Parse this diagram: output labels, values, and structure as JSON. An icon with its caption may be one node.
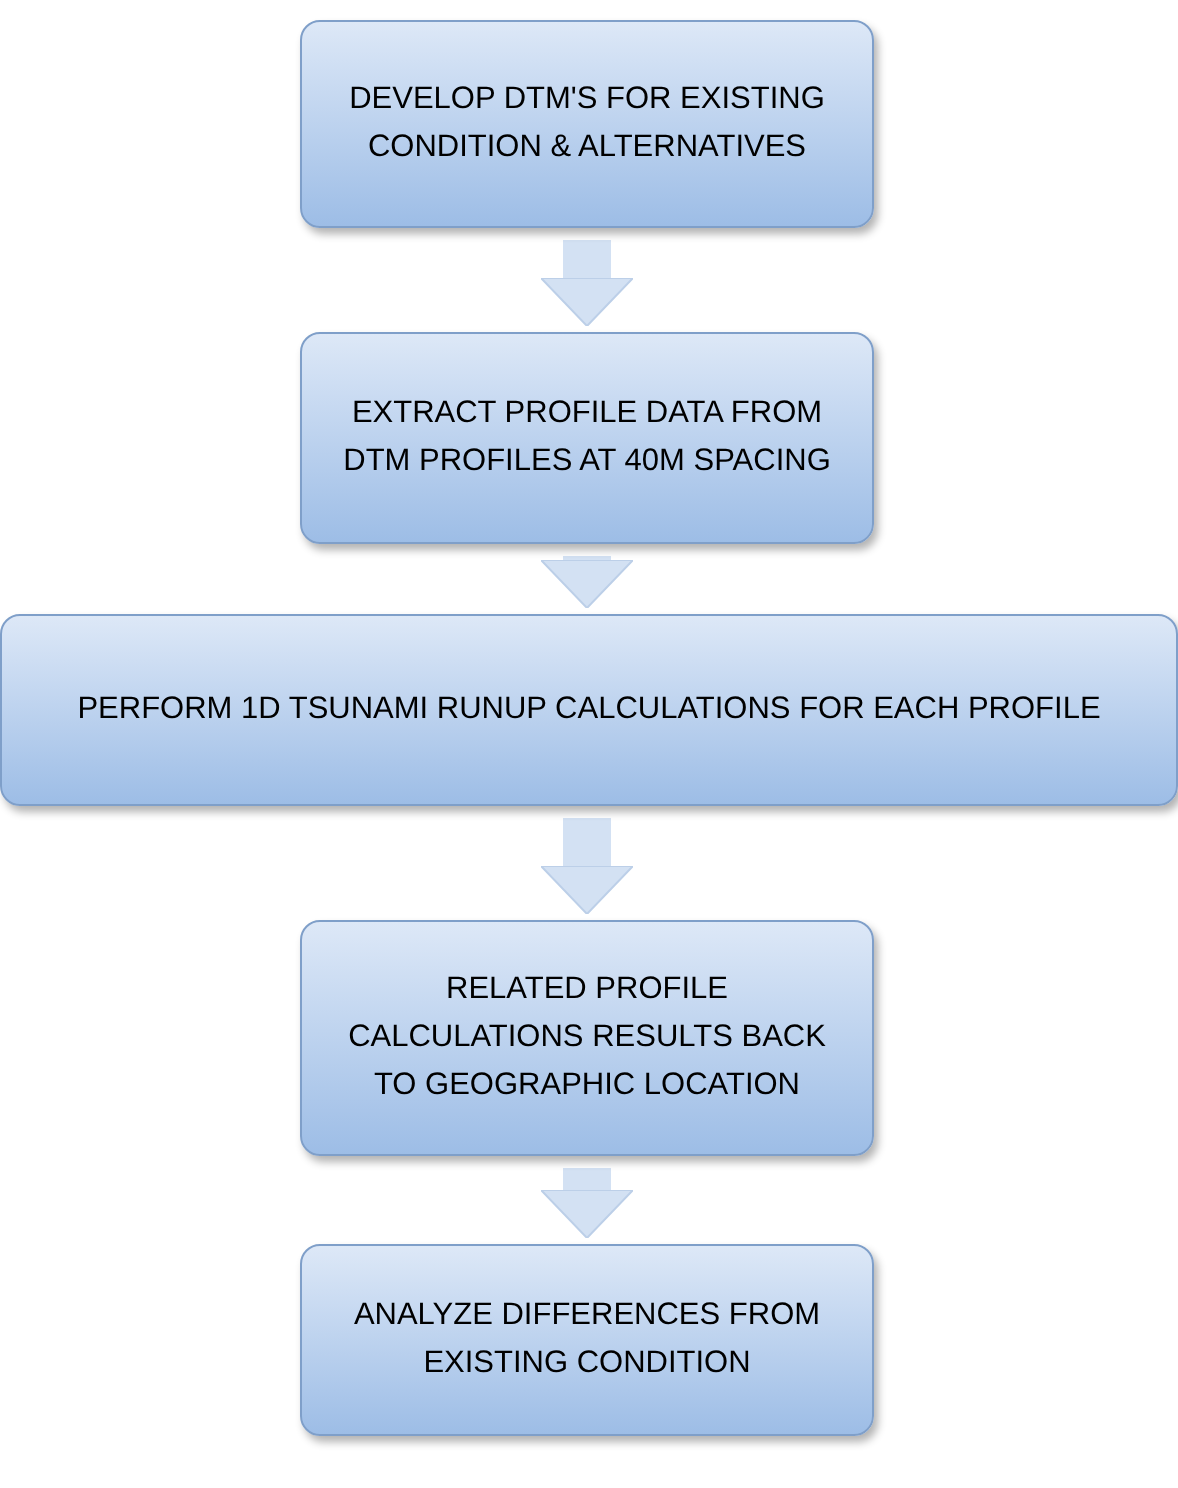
{
  "diagram": {
    "nodes": [
      {
        "text": [
          "DEVELOP DTM'S FOR EXISTING CONDITION & ALTERNATIVES"
        ]
      },
      {
        "text": [
          "EXTRACT PROFILE DATA FROM DTM PROFILES AT 40M SPACING"
        ]
      },
      {
        "text": [
          "PERFORM 1D TSUNAMI RUNUP CALCULATIONS FOR EACH PROFILE"
        ]
      },
      {
        "text": [
          "RELATED PROFILE CALCULATIONS RESULTS BACK TO GEOGRAPHIC LOCATION"
        ]
      },
      {
        "text": [
          "ANALYZE DIFFERENCES FROM EXISTING CONDITION"
        ]
      }
    ],
    "edges": [
      {
        "from": 0,
        "to": 1,
        "arrow": "to"
      },
      {
        "from": 1,
        "to": 2,
        "arrow": "to"
      },
      {
        "from": 2,
        "to": 3,
        "arrow": "to"
      },
      {
        "from": 3,
        "to": 4,
        "arrow": "to"
      }
    ]
  }
}
